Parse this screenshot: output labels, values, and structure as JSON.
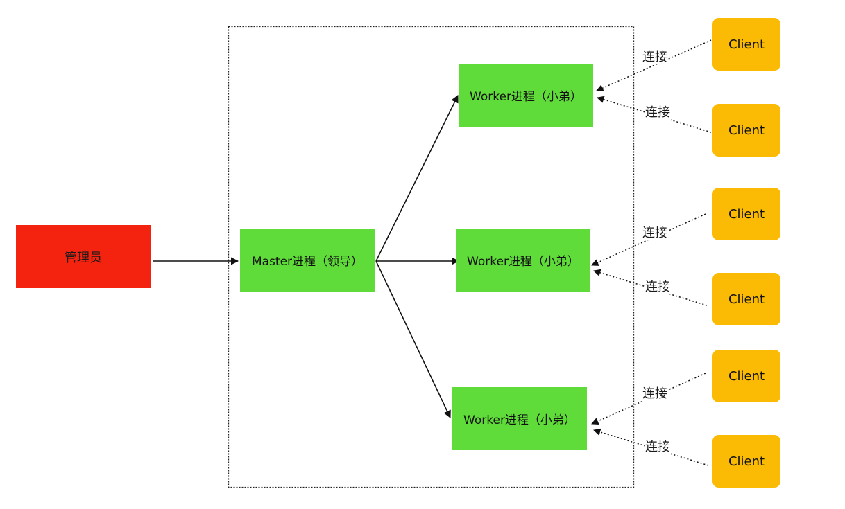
{
  "diagram": {
    "admin": {
      "label": "管理员",
      "color": "#f3230f"
    },
    "master": {
      "label": "Master进程（领导）",
      "color": "#5fdc3a"
    },
    "workers": [
      {
        "label": "Worker进程（小弟）"
      },
      {
        "label": "Worker进程（小弟）"
      },
      {
        "label": "Worker进程（小弟）"
      }
    ],
    "worker_color": "#5fdc3a",
    "clients": [
      {
        "label": "Client"
      },
      {
        "label": "Client"
      },
      {
        "label": "Client"
      },
      {
        "label": "Client"
      },
      {
        "label": "Client"
      },
      {
        "label": "Client"
      }
    ],
    "client_color": "#fbbb05",
    "connections": [
      {
        "label": "连接",
        "from": "client-1",
        "to": "worker-1"
      },
      {
        "label": "连接",
        "from": "client-2",
        "to": "worker-1"
      },
      {
        "label": "连接",
        "from": "client-3",
        "to": "worker-2"
      },
      {
        "label": "连接",
        "from": "client-4",
        "to": "worker-2"
      },
      {
        "label": "连接",
        "from": "client-5",
        "to": "worker-3"
      },
      {
        "label": "连接",
        "from": "client-6",
        "to": "worker-3"
      }
    ],
    "links": [
      {
        "from": "admin",
        "to": "master"
      },
      {
        "from": "master",
        "to": "worker-1"
      },
      {
        "from": "master",
        "to": "worker-2"
      },
      {
        "from": "master",
        "to": "worker-3"
      }
    ]
  }
}
